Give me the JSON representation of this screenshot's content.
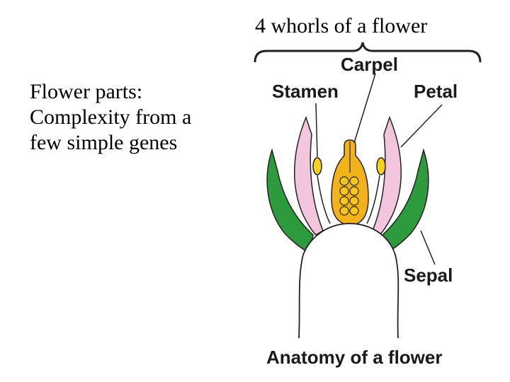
{
  "slide": {
    "title": "4 whorls of a flower",
    "body_lines": [
      "Flower parts:",
      "Complexity from a",
      "few simple genes"
    ]
  },
  "diagram": {
    "labels": {
      "carpel": "Carpel",
      "stamen": "Stamen",
      "petal": "Petal",
      "sepal": "Sepal",
      "caption": "Anatomy of a flower"
    },
    "colors": {
      "sepal": "#2e9a3e",
      "petal": "#f2c6dc",
      "carpel": "#f2b21a",
      "anther": "#f7d21a",
      "ovule": "#f7c81a",
      "receptacle": "#ffffff",
      "outline": "#222222"
    }
  }
}
